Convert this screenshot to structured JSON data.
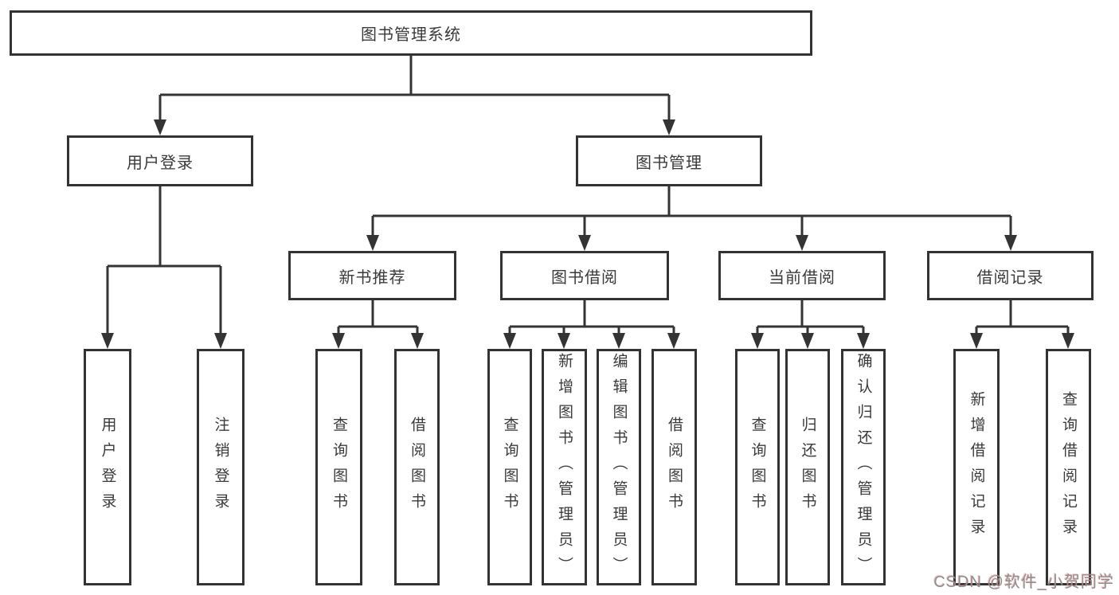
{
  "diagram_title": "图书管理系统",
  "colors": {
    "line": "#343434",
    "box_border": "#333333",
    "text": "#3a3a3a",
    "background": "#ffffff",
    "watermark": "#8f8f8f"
  },
  "tree": {
    "root": {
      "label": "图书管理系统"
    },
    "branches": [
      {
        "label": "用户登录",
        "children": [
          {
            "label": "用户登录"
          },
          {
            "label": "注销登录"
          }
        ]
      },
      {
        "label": "图书管理",
        "groups": [
          {
            "label": "新书推荐",
            "children": [
              {
                "label": "查询图书"
              },
              {
                "label": "借阅图书"
              }
            ]
          },
          {
            "label": "图书借阅",
            "children": [
              {
                "label": "查询图书"
              },
              {
                "label": "新增图书（管理员）"
              },
              {
                "label": "编辑图书（管理员）"
              },
              {
                "label": "借阅图书"
              }
            ]
          },
          {
            "label": "当前借阅",
            "children": [
              {
                "label": "查询图书"
              },
              {
                "label": "归还图书"
              },
              {
                "label": "确认归还（管理员）"
              }
            ]
          },
          {
            "label": "借阅记录",
            "children": [
              {
                "label": "新增借阅记录"
              },
              {
                "label": "查询借阅记录"
              }
            ]
          }
        ]
      }
    ]
  },
  "watermark": "CSDN @软件_小贺同学"
}
